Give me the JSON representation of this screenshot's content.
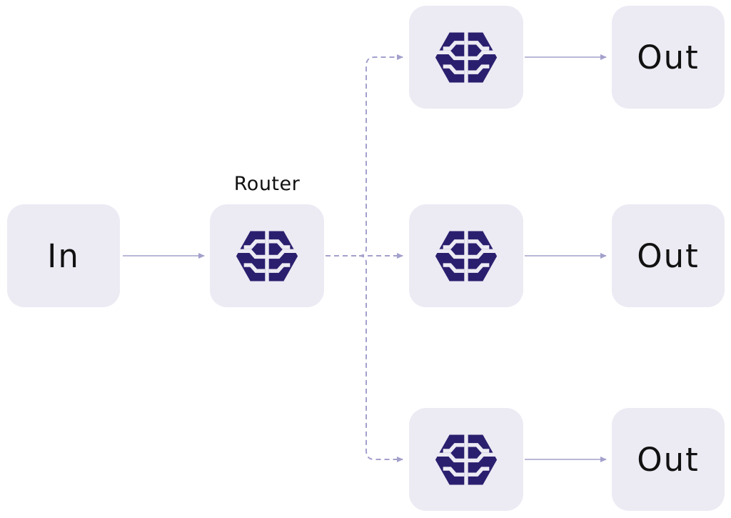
{
  "diagram": {
    "name": "router-workflow-diagram",
    "palette": {
      "background": "#ffffff",
      "node_background": "#eceaf3",
      "icon_color": "#2a1f6e",
      "arrow_color": "#a3a0cc",
      "text_color": "#111111"
    },
    "nodes": {
      "input": {
        "label": "In"
      },
      "router": {
        "label": "Router",
        "icon": "brain-icon"
      },
      "models": [
        {
          "icon": "brain-icon"
        },
        {
          "icon": "brain-icon"
        },
        {
          "icon": "brain-icon"
        }
      ],
      "outputs": [
        {
          "label": "Out"
        },
        {
          "label": "Out"
        },
        {
          "label": "Out"
        }
      ]
    },
    "edges": [
      {
        "from": "input",
        "to": "router",
        "style": "solid",
        "arrow": true
      },
      {
        "from": "router",
        "to": "model-1",
        "style": "dashed",
        "arrow": true
      },
      {
        "from": "router",
        "to": "model-2",
        "style": "dashed",
        "arrow": true
      },
      {
        "from": "router",
        "to": "model-3",
        "style": "dashed",
        "arrow": true
      },
      {
        "from": "model-1",
        "to": "output-1",
        "style": "solid",
        "arrow": true
      },
      {
        "from": "model-2",
        "to": "output-2",
        "style": "solid",
        "arrow": true
      },
      {
        "from": "model-3",
        "to": "output-3",
        "style": "solid",
        "arrow": true
      }
    ]
  }
}
